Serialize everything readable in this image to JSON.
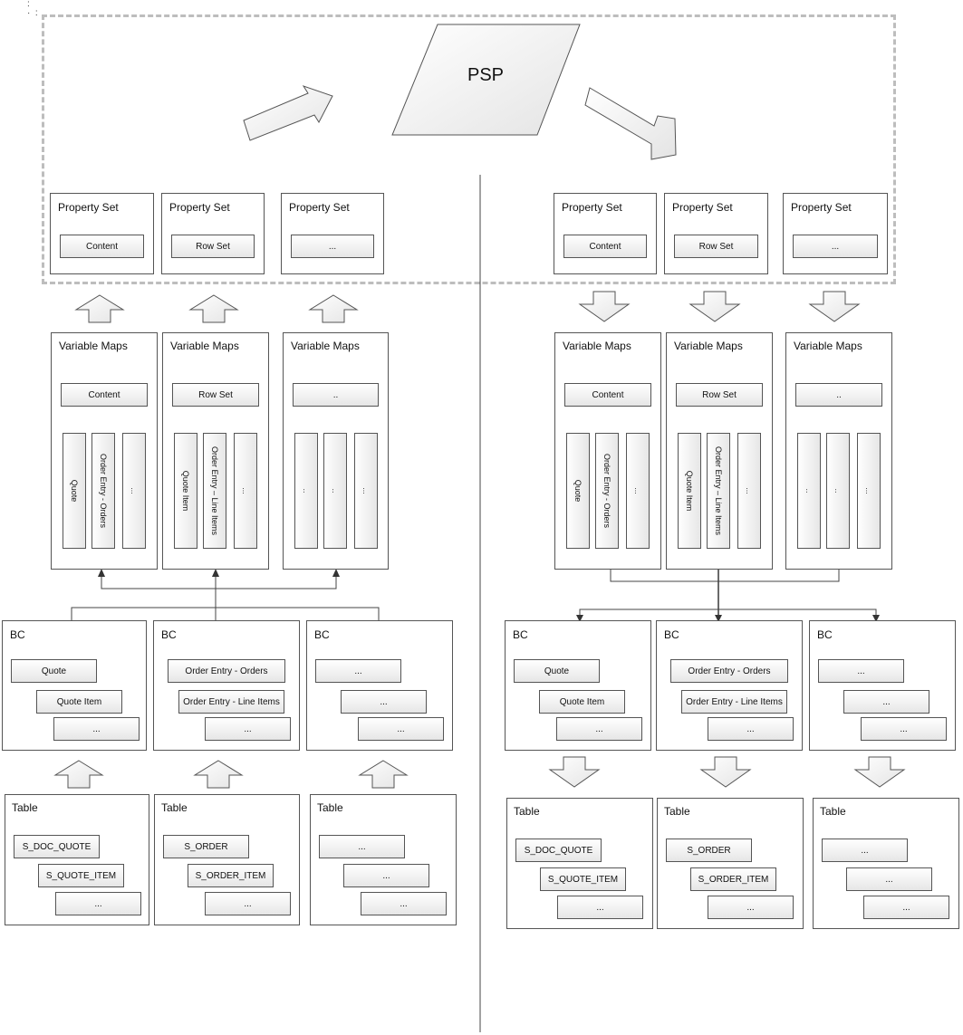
{
  "psp": {
    "label": "PSP"
  },
  "corner_dots": ":\n·  :",
  "left": {
    "property_sets": [
      {
        "title": "Property Set",
        "item": "Content"
      },
      {
        "title": "Property Set",
        "item": "Row Set"
      },
      {
        "title": "Property Set",
        "item": "..."
      }
    ],
    "variable_maps": [
      {
        "title": "Variable Maps",
        "header": "Content",
        "bars": [
          "Quote",
          "Order Entry - Orders",
          "..."
        ]
      },
      {
        "title": "Variable Maps",
        "header": "Row Set",
        "bars": [
          "Quote Item",
          "Order Entry – Line Items",
          "..."
        ]
      },
      {
        "title": "Variable Maps",
        "header": "..",
        "bars": [
          "..",
          "..",
          "..."
        ]
      }
    ],
    "bcs": [
      {
        "title": "BC",
        "items": [
          "Quote",
          "Quote Item",
          "..."
        ]
      },
      {
        "title": "BC",
        "items": [
          "Order Entry - Orders",
          "Order Entry - Line Items",
          "..."
        ]
      },
      {
        "title": "BC",
        "items": [
          "...",
          "...",
          "..."
        ]
      }
    ],
    "tables": [
      {
        "title": "Table",
        "items": [
          "S_DOC_QUOTE",
          "S_QUOTE_ITEM",
          "..."
        ]
      },
      {
        "title": "Table",
        "items": [
          "S_ORDER",
          "S_ORDER_ITEM",
          "..."
        ]
      },
      {
        "title": "Table",
        "items": [
          "...",
          "...",
          "..."
        ]
      }
    ]
  },
  "right": {
    "property_sets": [
      {
        "title": "Property Set",
        "item": "Content"
      },
      {
        "title": "Property Set",
        "item": "Row Set"
      },
      {
        "title": "Property Set",
        "item": "..."
      }
    ],
    "variable_maps": [
      {
        "title": "Variable Maps",
        "header": "Content",
        "bars": [
          "Quote",
          "Order Entry - Orders",
          "..."
        ]
      },
      {
        "title": "Variable Maps",
        "header": "Row Set",
        "bars": [
          "Quote Item",
          "Order Entry – Line Items",
          "..."
        ]
      },
      {
        "title": "Variable Maps",
        "header": "..",
        "bars": [
          "..",
          "..",
          "..."
        ]
      }
    ],
    "bcs": [
      {
        "title": "BC",
        "items": [
          "Quote",
          "Quote Item",
          "..."
        ]
      },
      {
        "title": "BC",
        "items": [
          "Order Entry - Orders",
          "Order Entry - Line Items",
          "..."
        ]
      },
      {
        "title": "BC",
        "items": [
          "...",
          "...",
          "..."
        ]
      }
    ],
    "tables": [
      {
        "title": "Table",
        "items": [
          "S_DOC_QUOTE",
          "S_QUOTE_ITEM",
          "..."
        ]
      },
      {
        "title": "Table",
        "items": [
          "S_ORDER",
          "S_ORDER_ITEM",
          "..."
        ]
      },
      {
        "title": "Table",
        "items": [
          "...",
          "...",
          "..."
        ]
      }
    ]
  }
}
